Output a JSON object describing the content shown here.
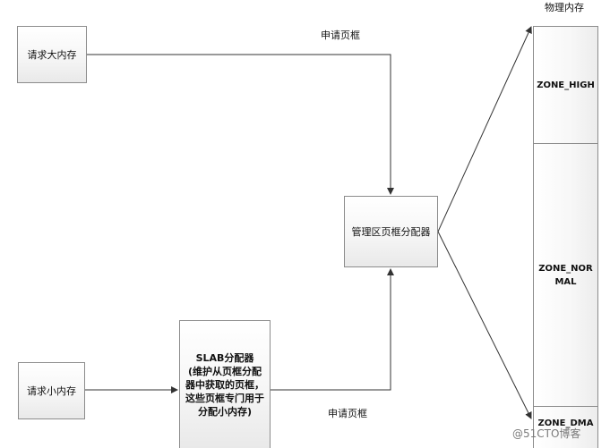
{
  "nodes": {
    "large_request": "请求大内存",
    "small_request": "请求小内存",
    "zone_allocator": "管理区页框分配器",
    "slab_title": "SLAB分配器",
    "slab_desc": "(维护从页框分配器中获取的页框，这些页框专门用于分配小内存)"
  },
  "edges": {
    "top_label": "申请页框",
    "bottom_label": "申请页框"
  },
  "physical_memory": {
    "title": "物理内存",
    "zones": [
      "ZONE_HIGH",
      "ZONE_NORMAL",
      "ZONE_DMA"
    ]
  },
  "watermark": "@51CTO博客"
}
